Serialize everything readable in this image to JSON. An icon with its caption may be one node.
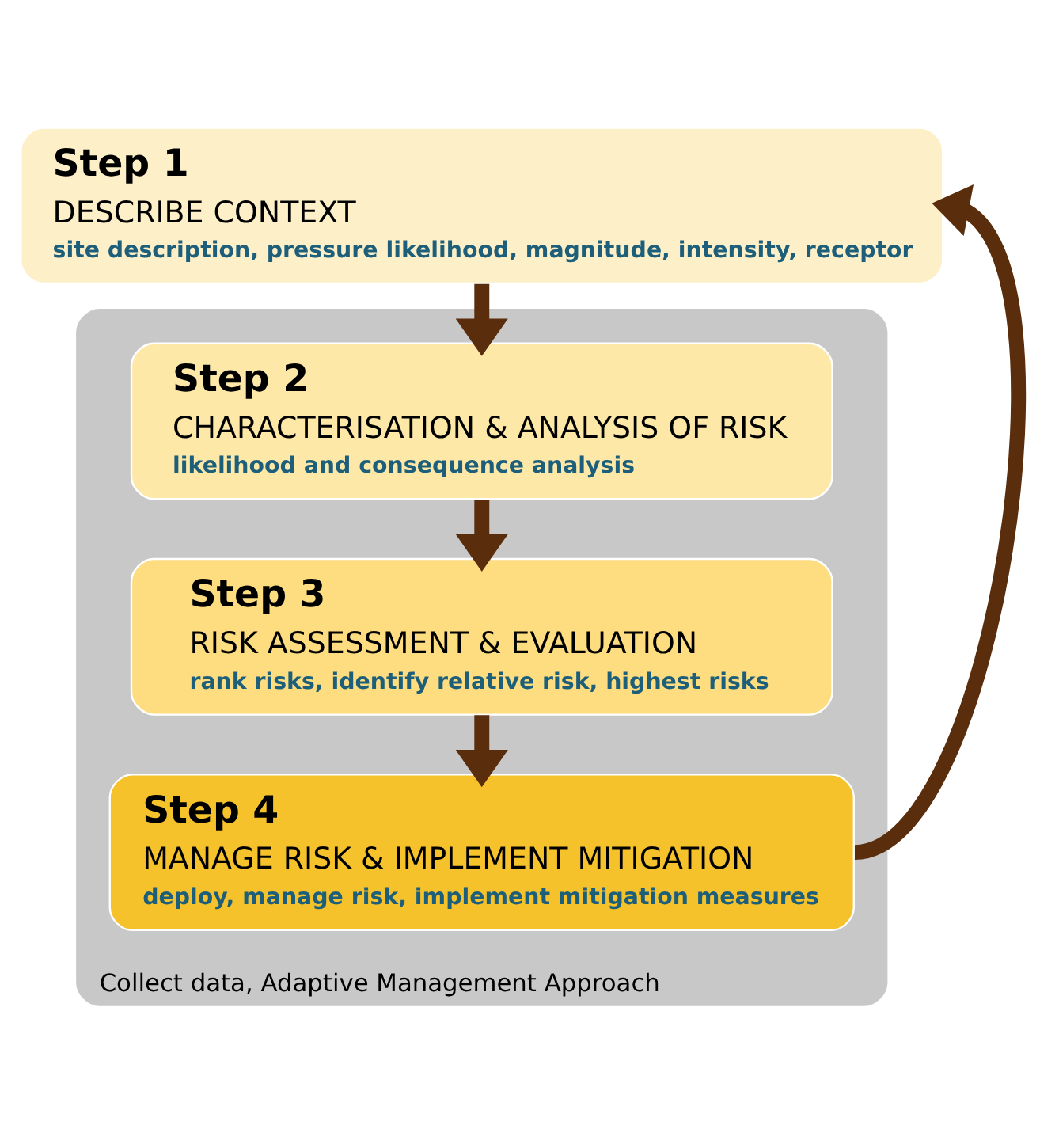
{
  "diagram": {
    "nodes": [
      {
        "text": [
          "Step 1",
          "DESCRIBE CONTEXT",
          "site description, pressure likelihood, magnitude, intensity, receptor"
        ]
      },
      {
        "text": [
          "Collect data, Adaptive Management Approach"
        ]
      },
      {
        "text": [
          "Step 2",
          "CHARACTERISATION & ANALYSIS OF RISK",
          "likelihood and consequence analysis"
        ],
        "in": 1
      },
      {
        "text": [
          "Step 3",
          "RISK ASSESSMENT & EVALUATION",
          "rank risks, identify relative risk, highest risks"
        ],
        "in": 1
      },
      {
        "text": [
          "Step 4",
          "MANAGE RISK & IMPLEMENT MITIGATION",
          "deploy, manage risk, implement mitigation measures"
        ],
        "in": 1
      }
    ],
    "edges": [
      {
        "from": 0,
        "to": 2,
        "arrow": "to"
      },
      {
        "from": 2,
        "to": 3,
        "arrow": "to"
      },
      {
        "from": 3,
        "to": 4,
        "arrow": "to"
      },
      {
        "from": 4,
        "to": 0,
        "arrow": "to"
      }
    ]
  }
}
